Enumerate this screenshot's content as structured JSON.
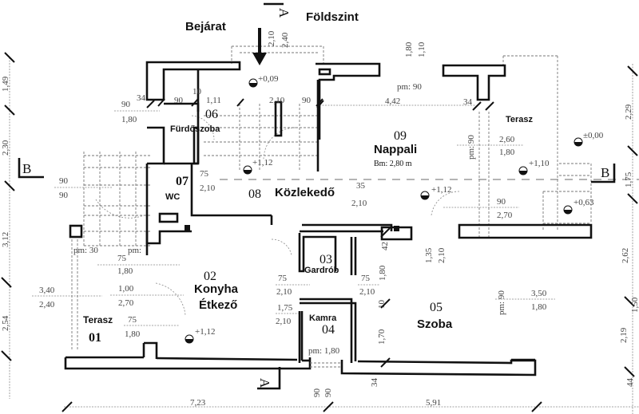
{
  "title": "Földszint",
  "entrance_label": "Bejárat",
  "section_marks": {
    "a": "A",
    "b": "B"
  },
  "rooms": [
    {
      "number": "01",
      "name": "Terasz"
    },
    {
      "number": "02",
      "name": "Konyha",
      "name2": "Étkező"
    },
    {
      "number": "03",
      "name": "Gardrób"
    },
    {
      "number": "04",
      "name": "Kamra"
    },
    {
      "number": "05",
      "name": "Szoba"
    },
    {
      "number": "06",
      "name": "Fürdőszoba"
    },
    {
      "number": "07",
      "name": "WC"
    },
    {
      "number": "08",
      "name": "Közlekedő"
    },
    {
      "number": "09",
      "name": "Nappali",
      "note": "Bm: 2,80 m"
    },
    {
      "number": "",
      "name": "Terasz"
    }
  ],
  "levels": [
    "+0,09",
    "+1,12",
    "+1,12",
    "+1,12",
    "±0,00",
    "+1,10",
    "+0,63"
  ],
  "dimensions": {
    "top": [
      "2,10",
      "2,40",
      "1,80",
      "1,10"
    ],
    "left_side": [
      "1,49",
      "2,30",
      "3,12",
      "2,54"
    ],
    "right_side": [
      "2,29",
      "1,75",
      "2,62",
      "2,19",
      "1,50",
      "44"
    ],
    "bottom": [
      "7,23",
      "5,91",
      "90",
      "90",
      "34"
    ],
    "openings": [
      {
        "w": "90",
        "h": "1,80",
        "extra": "34"
      },
      {
        "w": "10",
        "h": "1,11"
      },
      {
        "w": "90",
        "h": ""
      },
      {
        "w": "2,10",
        "h": "90"
      },
      {
        "w": "4,42",
        "h": "pm: 90"
      },
      {
        "w": "34",
        "h": ""
      },
      {
        "w": "2,60",
        "h": "1,80",
        "extra": "pm: 90"
      },
      {
        "w": "90",
        "h": "90"
      },
      {
        "w": "75",
        "h": "2,10"
      },
      {
        "w": "35",
        "h": "2,10"
      },
      {
        "w": "90",
        "h": "2,70"
      },
      {
        "w": "pm: 30",
        "h": ""
      },
      {
        "w": "75",
        "h": "1,80",
        "extra": "pm:"
      },
      {
        "w": "3,40",
        "h": "2,40"
      },
      {
        "w": "1,00",
        "h": "2,70"
      },
      {
        "w": "75",
        "h": "1,80"
      },
      {
        "w": "75",
        "h": "2,10"
      },
      {
        "w": "75",
        "h": "2,10"
      },
      {
        "w": "1,75",
        "h": "2,10"
      },
      {
        "w": "1,35",
        "h": "2,10"
      },
      {
        "w": "42",
        "h": "1,80"
      },
      {
        "w": "10",
        "h": "1,70"
      },
      {
        "w": "3,50",
        "h": "1,80",
        "extra": "pm: 90"
      },
      {
        "w": "pm: 1,80",
        "h": ""
      }
    ]
  }
}
